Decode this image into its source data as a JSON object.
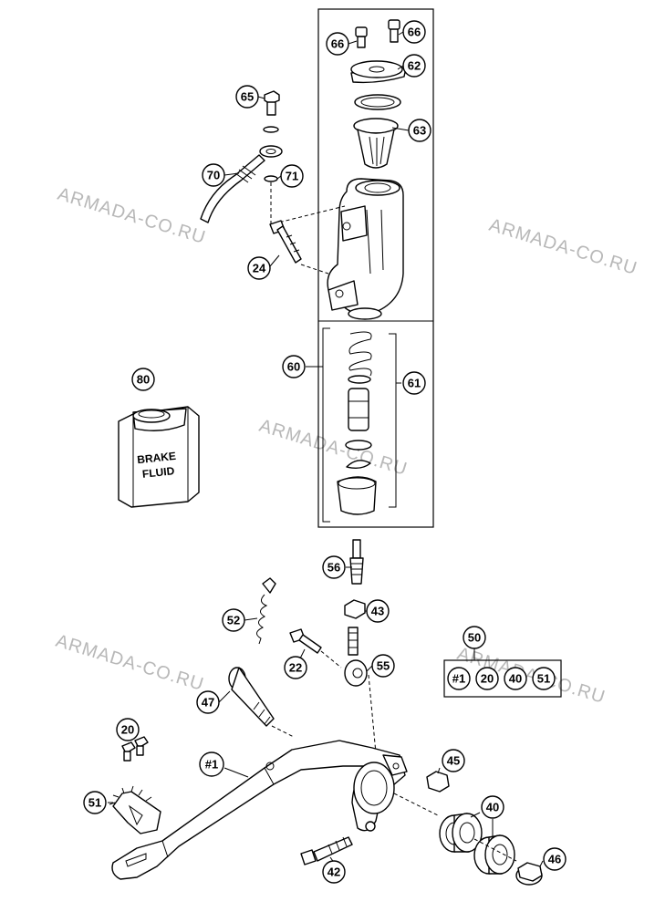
{
  "watermark": "ARMADA-CO.RU",
  "callouts": {
    "c66a": "66",
    "c66b": "66",
    "c62": "62",
    "c63": "63",
    "c65": "65",
    "c70": "70",
    "c71": "71",
    "c24": "24",
    "c60": "60",
    "c61": "61",
    "c80": "80",
    "c56": "56",
    "c52": "52",
    "c43": "43",
    "c22": "22",
    "c55": "55",
    "c50": "50",
    "c47": "47",
    "c20": "20",
    "c1": "#1",
    "c45": "45",
    "c51": "51",
    "c40": "40",
    "c42": "42",
    "c46": "46"
  },
  "kit_50": [
    "#1",
    "20",
    "40",
    "51"
  ],
  "bottle_label": [
    "BRAKE",
    "FLUID"
  ]
}
